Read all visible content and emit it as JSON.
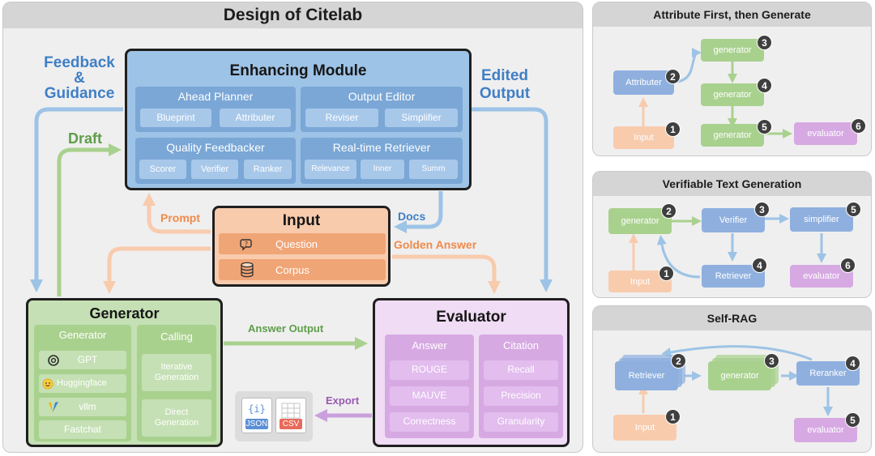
{
  "main": {
    "title": "Design of Citelab",
    "enhancing": {
      "title": "Enhancing Module",
      "groups": [
        {
          "label": "Ahead Planner",
          "items": [
            "Blueprint",
            "Attributer"
          ]
        },
        {
          "label": "Output Editor",
          "items": [
            "Reviser",
            "Simplifier"
          ]
        },
        {
          "label": "Quality Feedbacker",
          "items": [
            "Scorer",
            "Verifier",
            "Ranker"
          ]
        },
        {
          "label": "Real-time Retriever",
          "items": [
            "Relevance",
            "Inner",
            "Summ"
          ]
        }
      ]
    },
    "input": {
      "title": "Input",
      "rows": [
        {
          "label": "Question",
          "icon": "question-icon"
        },
        {
          "label": "Corpus",
          "icon": "database-icon"
        }
      ]
    },
    "generator": {
      "title": "Generator",
      "left_group": {
        "label": "Generator",
        "items": [
          "GPT",
          "Huggingface",
          "vllm",
          "Fastchat"
        ],
        "icons": [
          "openai-icon",
          "hugging-face-icon",
          "vllm-icon",
          ""
        ]
      },
      "right_group": {
        "label": "Calling",
        "items": [
          "Iterative Generation",
          "Direct Generation"
        ]
      }
    },
    "evaluator": {
      "title": "Evaluator",
      "groups": [
        {
          "label": "Answer",
          "items": [
            "ROUGE",
            "MAUVE",
            "Correctness"
          ]
        },
        {
          "label": "Citation",
          "items": [
            "Recall",
            "Precision",
            "Granularity"
          ]
        }
      ]
    },
    "flows": {
      "feedback_line1": "Feedback",
      "feedback_line2": "&",
      "feedback_line3": "Guidance",
      "edited_line1": "Edited",
      "edited_line2": "Output",
      "draft": "Draft",
      "prompt": "Prompt",
      "docs": "Docs",
      "golden_answer": "Golden Answer",
      "answer_output": "Answer Output",
      "export": "Export"
    },
    "export_files": [
      {
        "tag": "JSON",
        "glyph": "{i}",
        "color": "#5b8fd6"
      },
      {
        "tag": "CSV",
        "glyph": "",
        "color": "#e86a5a"
      }
    ]
  },
  "panels": [
    {
      "title": "Attribute First, then Generate",
      "nodes": [
        {
          "label": "Attributer",
          "num": "2"
        },
        {
          "label": "generator",
          "num": "3"
        },
        {
          "label": "generator",
          "num": "4"
        },
        {
          "label": "Input",
          "num": "1"
        },
        {
          "label": "generator",
          "num": "5"
        },
        {
          "label": "evaluator",
          "num": "6"
        }
      ]
    },
    {
      "title": "Verifiable Text Generation",
      "nodes": [
        {
          "label": "generator",
          "num": "2"
        },
        {
          "label": "Verifier",
          "num": "3"
        },
        {
          "label": "simplifier",
          "num": "5"
        },
        {
          "label": "Input",
          "num": "1"
        },
        {
          "label": "Retriever",
          "num": "4"
        },
        {
          "label": "evaluator",
          "num": "6"
        }
      ]
    },
    {
      "title": "Self-RAG",
      "nodes": [
        {
          "label": "Retriever",
          "num": "2"
        },
        {
          "label": "generator",
          "num": "3"
        },
        {
          "label": "Reranker",
          "num": "4"
        },
        {
          "label": "Input",
          "num": "1"
        },
        {
          "label": "evaluator",
          "num": "5"
        }
      ]
    }
  ],
  "colors": {
    "blue_arrow": "#9dc3e6",
    "green_arrow": "#a9d18e",
    "orange_arrow": "#f8cbad",
    "purple_arrow": "#c9a0dc",
    "label_blue": "#3f7fc6"
  }
}
